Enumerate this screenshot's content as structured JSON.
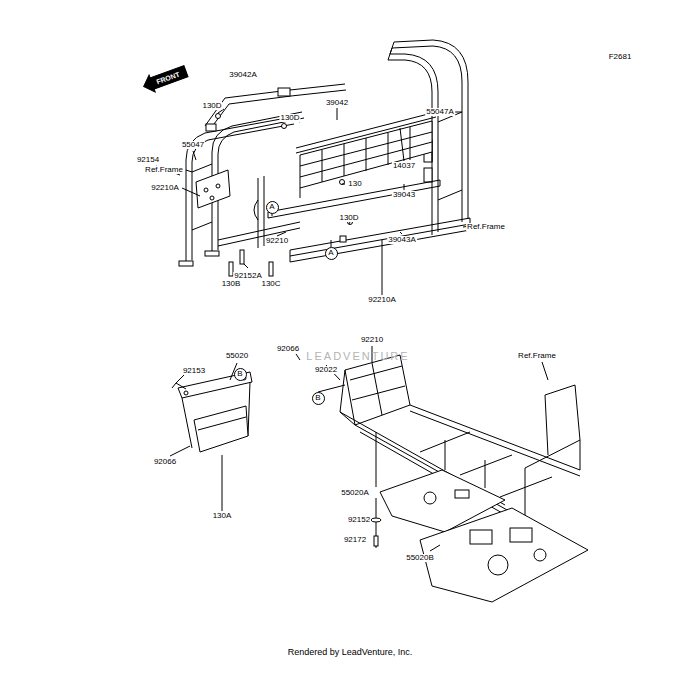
{
  "diagram": {
    "nodes": [
      {
        "text": [
          "A"
        ]
      },
      {
        "text": [
          "A"
        ]
      },
      {
        "text": [
          "B"
        ]
      },
      {
        "text": [
          "B"
        ]
      }
    ],
    "labels": [
      "F2681",
      "FRONT",
      "39042A",
      "130D",
      "39042",
      "130D",
      "55047A",
      "55047",
      "14037",
      "92154",
      "Ref.Frame",
      "130",
      "39043",
      "92210A",
      "130D",
      "39043A",
      "Ref.Frame",
      "92210",
      "92152A",
      "130B",
      "130C",
      "92210A",
      "LEADVENTURE",
      "92210",
      "92066",
      "55020",
      "92153",
      "92022",
      "Ref.Frame",
      "92066",
      "130A",
      "55020A",
      "92152",
      "92172",
      "55020B",
      "Rendered by LeadVenture, Inc."
    ]
  }
}
